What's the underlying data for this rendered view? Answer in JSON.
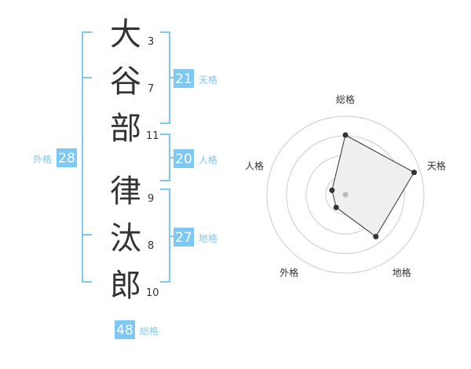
{
  "name": {
    "characters": [
      {
        "char": "大",
        "strokes": "3"
      },
      {
        "char": "谷",
        "strokes": "7"
      },
      {
        "char": "部",
        "strokes": "11"
      },
      {
        "char": "律",
        "strokes": "9"
      },
      {
        "char": "汰",
        "strokes": "8"
      },
      {
        "char": "郎",
        "strokes": "10"
      }
    ]
  },
  "fortune": {
    "tenkaku": {
      "value": "21",
      "label": "天格"
    },
    "jinkaku": {
      "value": "20",
      "label": "人格"
    },
    "chikaku": {
      "value": "27",
      "label": "地格"
    },
    "gaikaku": {
      "value": "28",
      "label": "外格"
    },
    "soukaku": {
      "value": "48",
      "label": "総格"
    }
  },
  "chart_data": {
    "type": "radar",
    "axes": [
      "総格",
      "天格",
      "地格",
      "外格",
      "人格"
    ],
    "values": [
      3.8,
      4.6,
      3.3,
      1.0,
      0.9
    ],
    "max": 5,
    "rings": 4
  },
  "colors": {
    "accent": "#7ec8f4",
    "accent_text": "#7ec8f4",
    "text": "#333333",
    "ring": "#cccccc",
    "fill": "#efefef",
    "polygon": "#333333"
  }
}
